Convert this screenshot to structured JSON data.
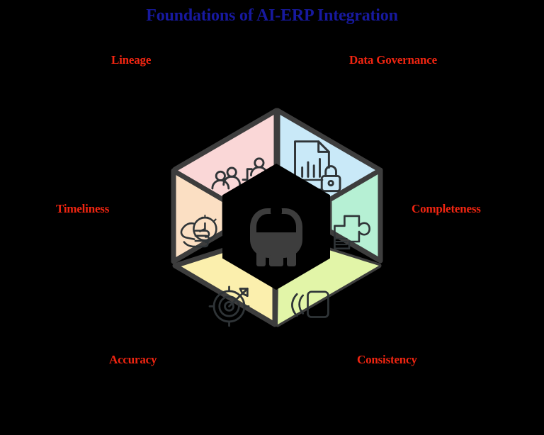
{
  "title": "Foundations of AI-ERP Integration",
  "background_color": "#000000",
  "title_color": "#17199e",
  "label_color": "#f02511",
  "center": {
    "icon": "robot-ai-icon",
    "fill": "#000000",
    "icon_color": "#3d3d3d"
  },
  "segments": [
    {
      "id": "lineage",
      "label": "Lineage",
      "icon": "people-hierarchy-icon",
      "color": "#fad7d7",
      "position": "top-left"
    },
    {
      "id": "data-governance",
      "label": "Data Governance",
      "icon": "document-chart-lock-icon",
      "color": "#c9e9f8",
      "position": "top-right"
    },
    {
      "id": "completeness",
      "label": "Completeness",
      "icon": "puzzle-piece-icon",
      "color": "#b6f0d4",
      "position": "right"
    },
    {
      "id": "consistency",
      "label": "Consistency",
      "icon": "stacked-layers-icon",
      "color": "#e2f5a8",
      "position": "bottom-right"
    },
    {
      "id": "accuracy",
      "label": "Accuracy",
      "icon": "target-dart-icon",
      "color": "#fbefad",
      "position": "bottom-left"
    },
    {
      "id": "timeliness",
      "label": "Timeliness",
      "icon": "hand-stopwatch-icon",
      "color": "#fbdfc3",
      "position": "left"
    }
  ]
}
